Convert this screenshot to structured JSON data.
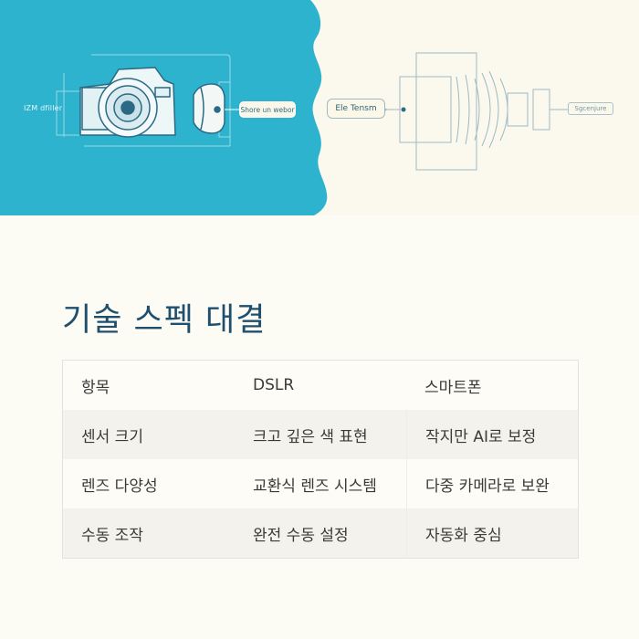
{
  "hero": {
    "left_label": "IZM dfiller",
    "pill_left": "Shore un webor",
    "pill_center": "Ele Tensm",
    "pill_right": "Sgcenjure",
    "colors": {
      "teal": "#2eb3cf",
      "cream": "#fbf9ee",
      "line_dark": "#2a6a84",
      "line_light": "#9db9c3"
    }
  },
  "section": {
    "title": "기술 스펙 대결"
  },
  "table": {
    "header": [
      "항목",
      "DSLR",
      "스마트폰"
    ],
    "rows": [
      [
        "센서 크기",
        "크고 깊은 색 표현",
        "작지만 AI로 보정"
      ],
      [
        "렌즈 다양성",
        "교환식 렌즈 시스템",
        "다중 카메라로 보완"
      ],
      [
        "수동 조작",
        "완전 수동 설정",
        "자동화 중심"
      ]
    ]
  }
}
